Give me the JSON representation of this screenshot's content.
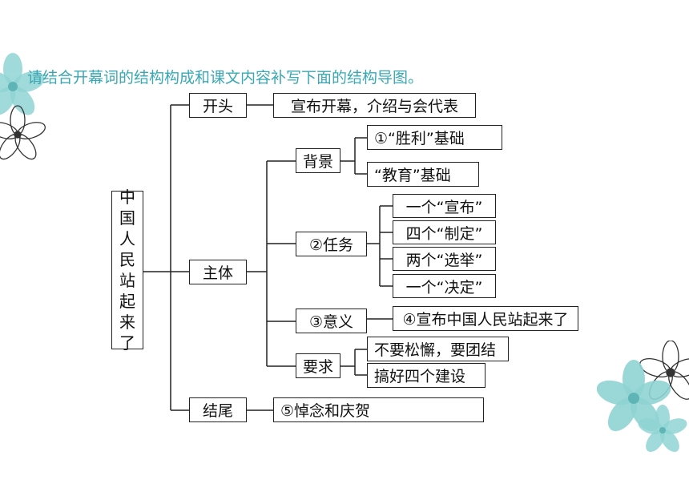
{
  "instruction": "请结合开幕词的结构构成和课文内容补写下面的结构导图。",
  "root": {
    "chars": [
      "中",
      "国",
      "人",
      "民",
      "站",
      "起",
      "来",
      "了"
    ]
  },
  "opening": {
    "label": "开头",
    "content": "宣布开幕，介绍与会代表"
  },
  "body": {
    "label": "主体",
    "background": {
      "label": "背景",
      "items": [
        "①“胜利”基础",
        "“教育”基础"
      ]
    },
    "task": {
      "label": "②任务",
      "items": [
        "一个“宣布”",
        "四个“制定”",
        "两个“选举”",
        "一个“决定”"
      ]
    },
    "significance": {
      "label": "③意义",
      "content": "④宣布中国人民站起来了"
    },
    "requirements": {
      "label": "要求",
      "items": [
        "不要松懈，要团结",
        "搞好四个建设"
      ]
    }
  },
  "ending": {
    "label": "结尾",
    "content": "⑤悼念和庆贺"
  },
  "colors": {
    "instruction": "#3aa8b4",
    "flower": "#8fd3d3",
    "line": "#222222"
  },
  "decorations": [
    "flower-icon-top-left",
    "flower-icon-bottom-right"
  ]
}
